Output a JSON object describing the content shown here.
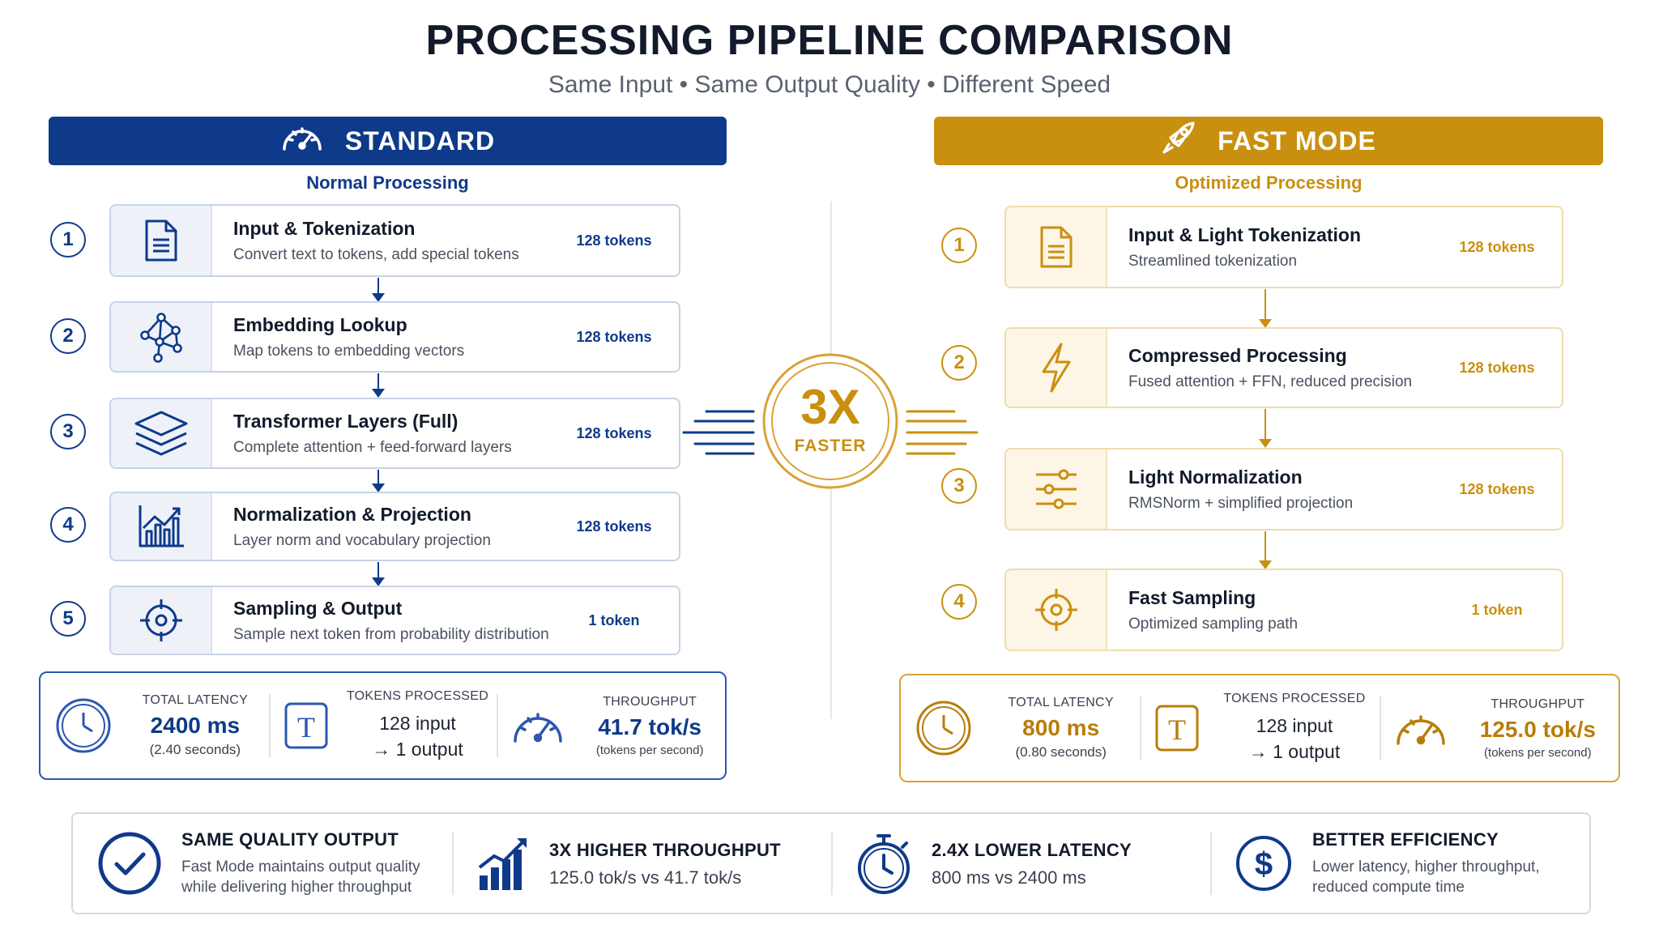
{
  "title": "PROCESSING PIPELINE COMPARISON",
  "subtitle": "Same Input • Same Output Quality • Different Speed",
  "colors": {
    "standard": "#0f3a8a",
    "fast": "#c9900f"
  },
  "standard": {
    "banner": "STANDARD",
    "banner_icon": "speedometer-icon",
    "subtitle": "Normal Processing",
    "steps": [
      {
        "num": "1",
        "icon": "document-icon",
        "title": "Input & Tokenization",
        "desc": "Convert text to tokens, add special tokens",
        "tokens": "128 tokens"
      },
      {
        "num": "2",
        "icon": "network-icon",
        "title": "Embedding Lookup",
        "desc": "Map tokens to embedding vectors",
        "tokens": "128 tokens"
      },
      {
        "num": "3",
        "icon": "layers-icon",
        "title": "Transformer Layers (Full)",
        "desc": "Complete attention + feed-forward layers",
        "tokens": "128 tokens"
      },
      {
        "num": "4",
        "icon": "bar-chart-icon",
        "title": "Normalization & Projection",
        "desc": "Layer norm and vocabulary projection",
        "tokens": "128 tokens"
      },
      {
        "num": "5",
        "icon": "target-icon",
        "title": "Sampling & Output",
        "desc": "Sample next token from probability distribution",
        "tokens": "1 token"
      }
    ],
    "stats": {
      "latency_label": "TOTAL LATENCY",
      "latency_value": "2400 ms",
      "latency_note": "(2.40 seconds)",
      "tokens_label": "TOKENS PROCESSED",
      "tokens_in": "128 input",
      "tokens_out": "→ 1 output",
      "throughput_label": "THROUGHPUT",
      "throughput_value": "41.7 tok/s",
      "throughput_note": "(tokens per second)"
    }
  },
  "fast": {
    "banner": "FAST MODE",
    "banner_icon": "rocket-icon",
    "subtitle": "Optimized Processing",
    "steps": [
      {
        "num": "1",
        "icon": "document-icon",
        "title": "Input & Light Tokenization",
        "desc": "Streamlined tokenization",
        "tokens": "128 tokens"
      },
      {
        "num": "2",
        "icon": "lightning-icon",
        "title": "Compressed Processing",
        "desc": "Fused attention + FFN, reduced precision",
        "tokens": "128 tokens"
      },
      {
        "num": "3",
        "icon": "sliders-icon",
        "title": "Light Normalization",
        "desc": "RMSNorm + simplified projection",
        "tokens": "128 tokens"
      },
      {
        "num": "4",
        "icon": "target-icon",
        "title": "Fast Sampling",
        "desc": "Optimized sampling path",
        "tokens": "1 token"
      }
    ],
    "stats": {
      "latency_label": "TOTAL LATENCY",
      "latency_value": "800 ms",
      "latency_note": "(0.80 seconds)",
      "tokens_label": "TOKENS PROCESSED",
      "tokens_in": "128 input",
      "tokens_out": "→ 1 output",
      "throughput_label": "THROUGHPUT",
      "throughput_value": "125.0 tok/s",
      "throughput_note": "(tokens per second)"
    }
  },
  "badge": {
    "value": "3X",
    "label": "FASTER"
  },
  "footer": [
    {
      "icon": "checkmark-icon",
      "title": "SAME QUALITY OUTPUT",
      "line1": "Fast Mode maintains output quality",
      "line2": "while delivering higher throughput"
    },
    {
      "icon": "growth-chart-icon",
      "title": "3X HIGHER THROUGHPUT",
      "line1": "125.0 tok/s vs 41.7 tok/s",
      "line2": ""
    },
    {
      "icon": "stopwatch-icon",
      "title": "2.4X LOWER LATENCY",
      "line1": "800 ms vs 2400 ms",
      "line2": ""
    },
    {
      "icon": "dollar-icon",
      "title": "BETTER EFFICIENCY",
      "line1": "Lower latency, higher throughput,",
      "line2": "reduced compute time"
    }
  ]
}
